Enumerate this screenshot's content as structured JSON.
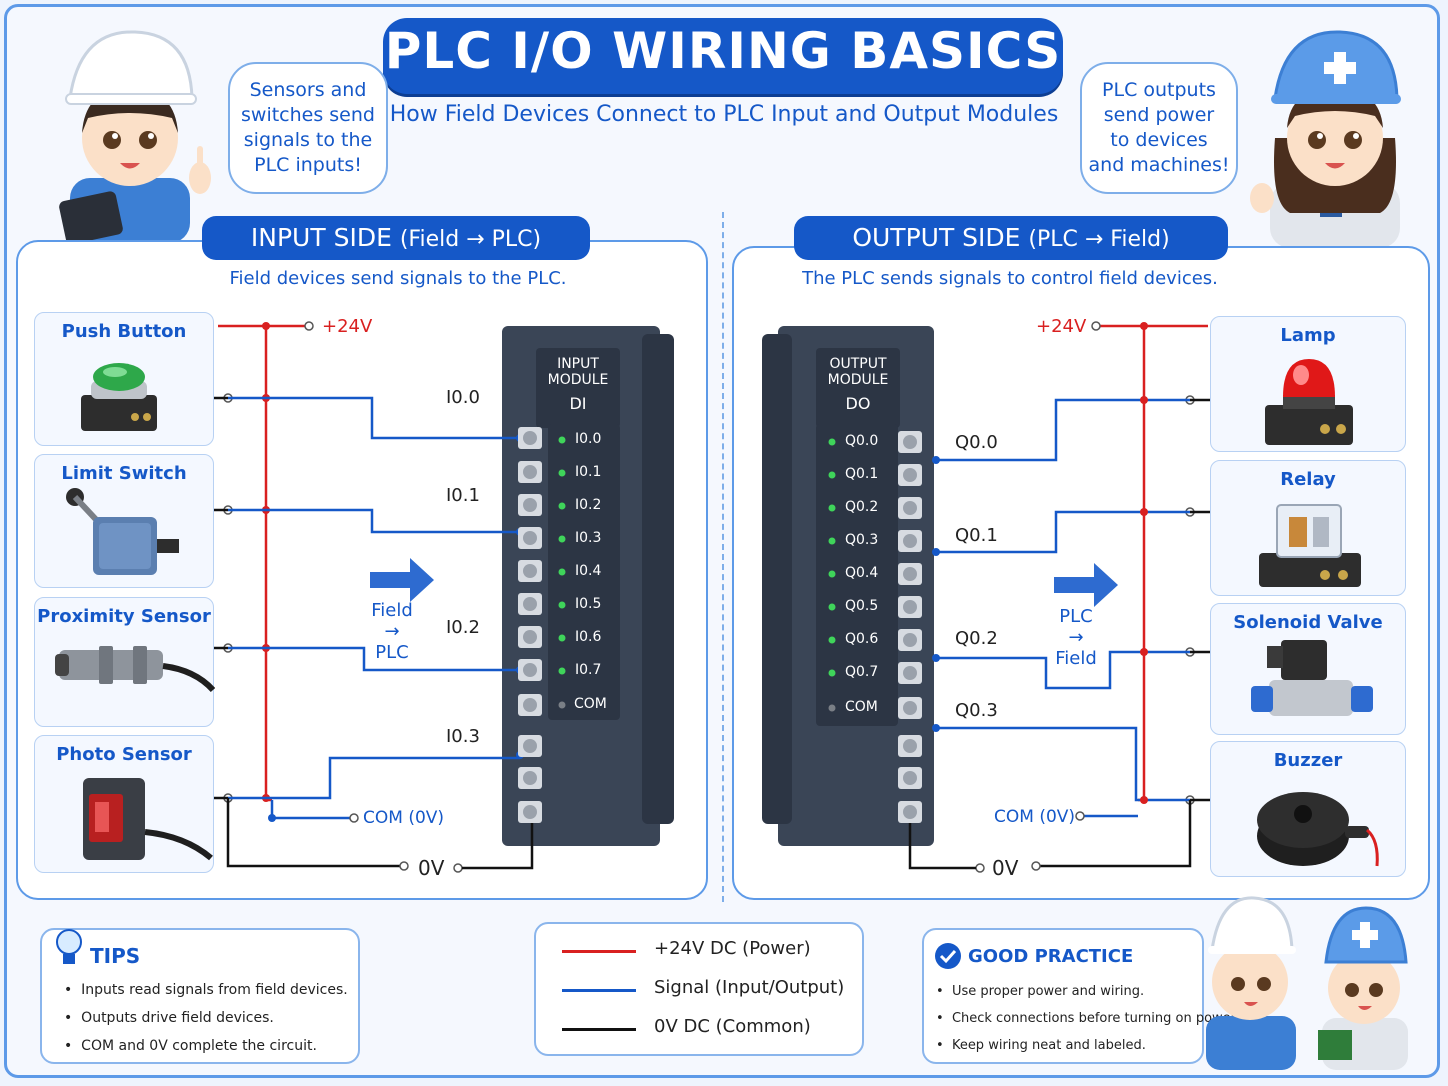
{
  "title": "PLC I/O WIRING BASICS",
  "subtitle": "How Field Devices Connect to PLC Input and Output Modules",
  "bubble_left": [
    "Sensors and",
    "switches send",
    "signals to the",
    "PLC inputs!"
  ],
  "bubble_right": [
    "PLC outputs",
    "send power",
    "to devices",
    "and machines!"
  ],
  "input_panel": {
    "header_main": "INPUT SIDE",
    "header_sub": "(Field → PLC)",
    "description": "Field devices send signals to the PLC.",
    "devices": [
      "Push Button",
      "Limit Switch",
      "Proximity Sensor",
      "Photo Sensor"
    ],
    "power_label": "+24V",
    "com_label": "COM (0V)",
    "zero_label": "0V",
    "wire_labels": [
      "I0.0",
      "I0.1",
      "I0.2",
      "I0.3"
    ],
    "flow_label": [
      "Field",
      "→",
      "PLC"
    ],
    "module_tag": [
      "INPUT",
      "MODULE"
    ],
    "module_code": "DI",
    "channels": [
      "I0.0",
      "I0.1",
      "I0.2",
      "I0.3",
      "I0.4",
      "I0.5",
      "I0.6",
      "I0.7"
    ],
    "com": "COM"
  },
  "output_panel": {
    "header_main": "OUTPUT SIDE",
    "header_sub": "(PLC → Field)",
    "description": "The PLC sends signals to control field devices.",
    "devices": [
      "Lamp",
      "Relay",
      "Solenoid Valve",
      "Buzzer"
    ],
    "power_label": "+24V",
    "com_label": "COM (0V)",
    "zero_label": "0V",
    "wire_labels": [
      "Q0.0",
      "Q0.1",
      "Q0.2",
      "Q0.3"
    ],
    "flow_label": [
      "PLC",
      "→",
      "Field"
    ],
    "module_tag": [
      "OUTPUT",
      "MODULE"
    ],
    "module_code": "DO",
    "channels": [
      "Q0.0",
      "Q0.1",
      "Q0.2",
      "Q0.3",
      "Q0.4",
      "Q0.5",
      "Q0.6",
      "Q0.7"
    ],
    "com": "COM"
  },
  "tips": {
    "title": "TIPS",
    "items": [
      "Inputs read signals from field devices.",
      "Outputs drive field devices.",
      "COM and 0V complete the circuit."
    ]
  },
  "legend": [
    {
      "label": "+24V DC (Power)",
      "color": "#d92020"
    },
    {
      "label": "Signal (Input/Output)",
      "color": "#1558c8"
    },
    {
      "label": "0V DC (Common)",
      "color": "#111111"
    }
  ],
  "good_practice": {
    "title": "GOOD PRACTICE",
    "items": [
      "Use proper power and wiring.",
      "Check connections before turning on power.",
      "Keep wiring neat and labeled."
    ]
  },
  "colors": {
    "primary": "#1558c8",
    "power": "#d92020",
    "signal": "#1558c8",
    "common": "#111111"
  },
  "icons": [
    "engineer-boy-icon",
    "engineer-girl-icon",
    "push-button-icon",
    "limit-switch-icon",
    "proximity-sensor-icon",
    "photo-sensor-icon",
    "lamp-icon",
    "relay-icon",
    "solenoid-valve-icon",
    "buzzer-icon",
    "lightbulb-icon",
    "checkmark-icon",
    "arrow-right-icon"
  ]
}
